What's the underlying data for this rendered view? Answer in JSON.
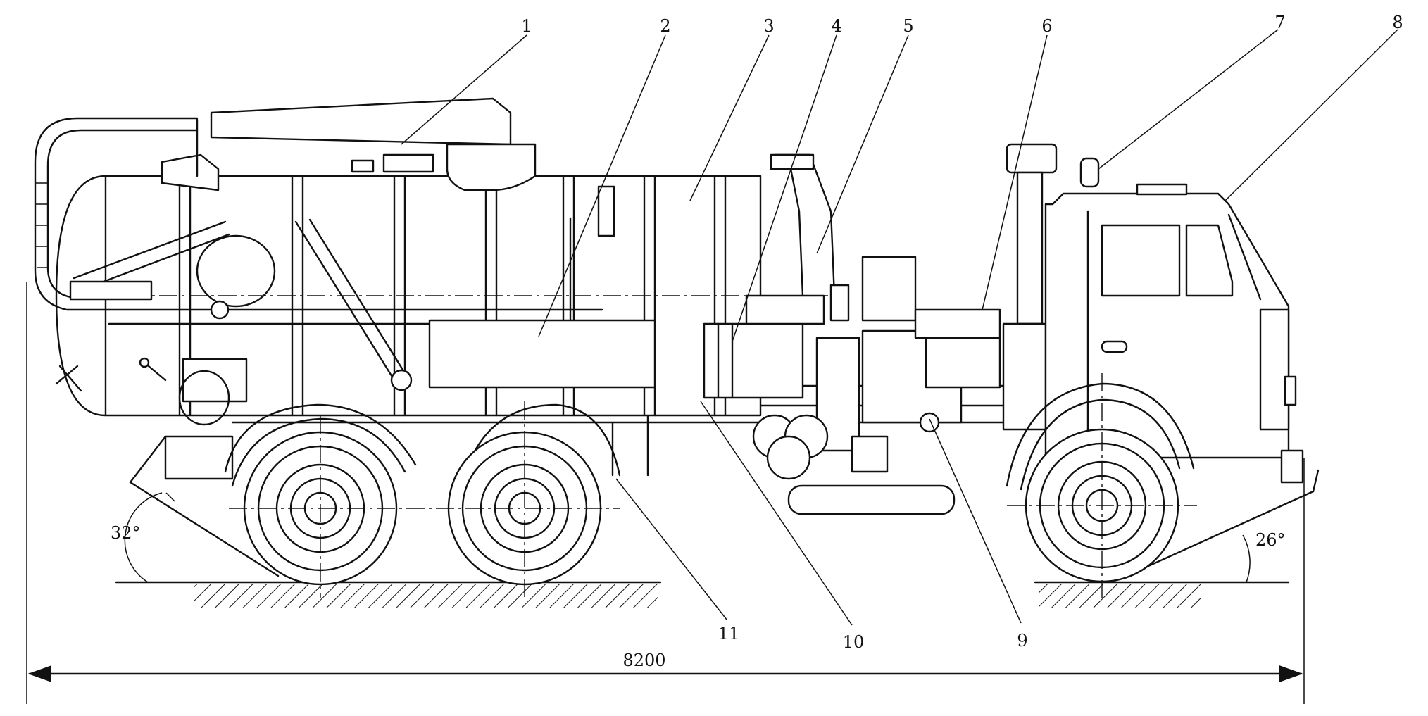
{
  "labels": {
    "c1": "1",
    "c2": "2",
    "c3": "3",
    "c4": "4",
    "c5": "5",
    "c6": "6",
    "c7": "7",
    "c8": "8",
    "c9": "9",
    "c10": "10",
    "c11": "11"
  },
  "dimensions": {
    "overall_length": "8200",
    "rear_angle": "32°",
    "front_angle": "26°"
  }
}
